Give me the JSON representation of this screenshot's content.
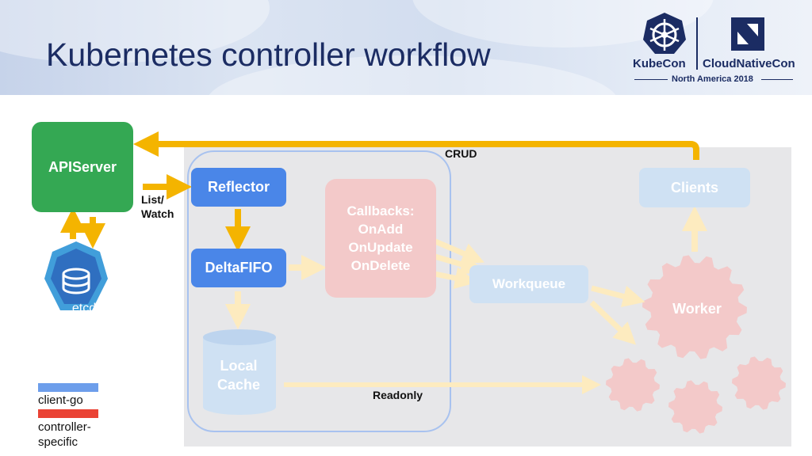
{
  "header": {
    "title": "Kubernetes controller workflow",
    "logo_left": "KubeCon",
    "logo_right": "CloudNativeCon",
    "logo_subtitle": "North America 2018"
  },
  "diagram": {
    "apiserver": "APIServer",
    "etcd": "etcd",
    "list_watch": "List/\nWatch",
    "crud": "CRUD",
    "reflector": "Reflector",
    "deltafifo": "DeltaFIFO",
    "callbacks": "Callbacks:\nOnAdd\nOnUpdate\nOnDelete",
    "local_cache": "Local\nCache",
    "readonly": "Readonly",
    "workqueue": "Workqueue",
    "clients": "Clients",
    "worker": "Worker"
  },
  "legend": {
    "client_go": "client-go",
    "controller_specific": "controller-\nspecific"
  },
  "colors": {
    "apiserver": "#34a853",
    "client_go": "#4a86e8",
    "controller_specific": "#ea4335",
    "arrow": "#f4b400",
    "title": "#1b2c63"
  }
}
